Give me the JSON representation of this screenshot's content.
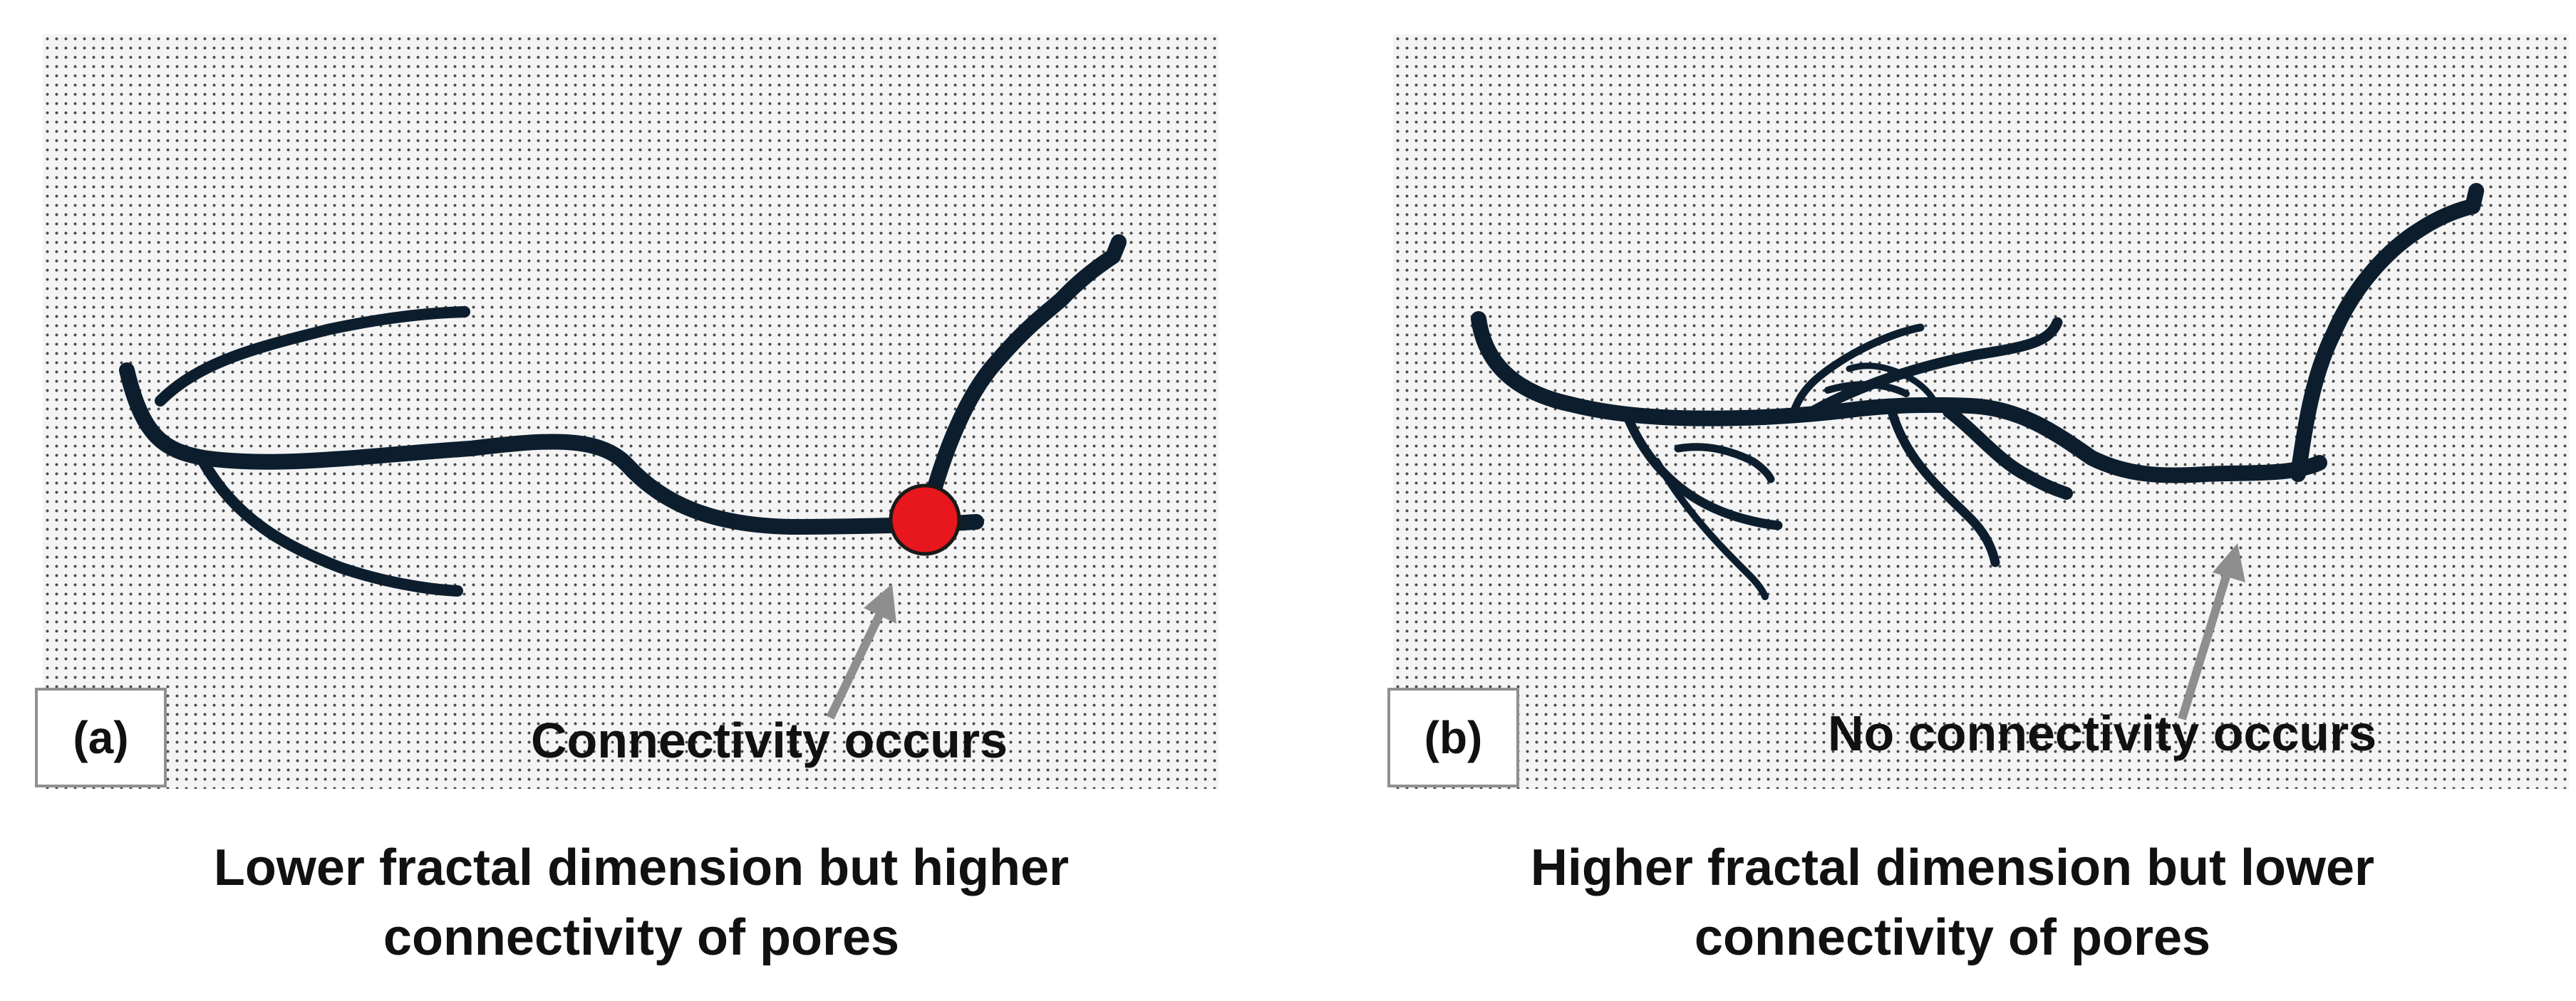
{
  "panels": [
    {
      "label": "(a)",
      "annotation": "Connectivity occurs",
      "caption_line1": "Lower fractal dimension but higher",
      "caption_line2": "connectivity of pores",
      "connection_marker_color": "#e8161d"
    },
    {
      "label": "(b)",
      "annotation": "No connectivity occurs",
      "caption_line1": "Higher fractal dimension but lower",
      "caption_line2": "connectivity of pores"
    }
  ],
  "colors": {
    "pore": "#0c1e2e",
    "arrow": "#8e8e8e",
    "dots": "#4a4a4a"
  }
}
